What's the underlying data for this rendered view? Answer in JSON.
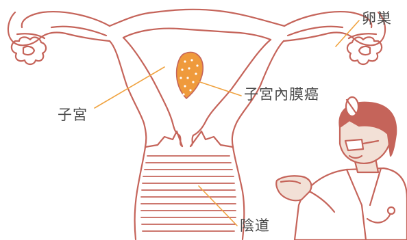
{
  "labels": {
    "ovary": "卵巣",
    "uterus": "子宮",
    "endometrial_cancer": "子宮內膜癌",
    "vagina": "陰道"
  },
  "colors": {
    "outline": "#c5645a",
    "leader_line": "#f0a340",
    "tumor": "#ef9a3c",
    "text": "#4a4a4a",
    "doctor_skin": "#f2e0d6",
    "doctor_hair": "#c5645a",
    "doctor_coat": "#ffffff"
  }
}
